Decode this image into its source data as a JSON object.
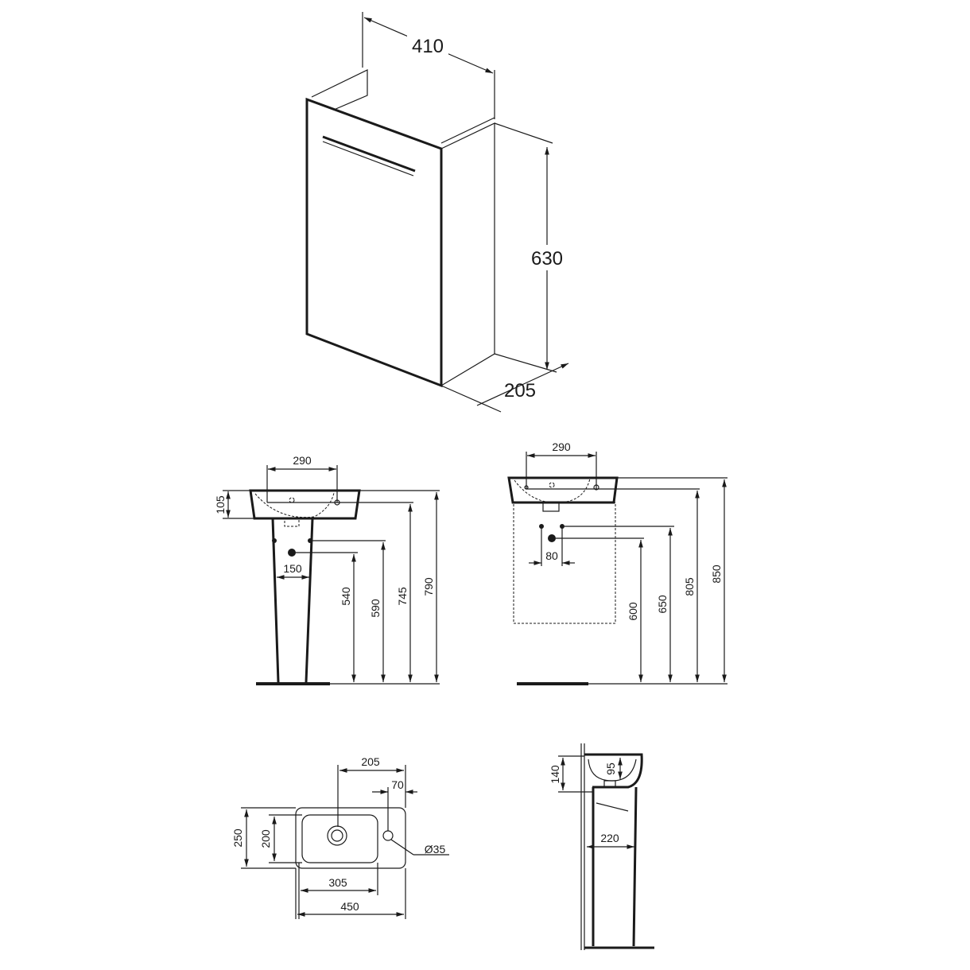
{
  "cabinet": {
    "width": "410",
    "height": "630",
    "depth": "205"
  },
  "pedestal_view": {
    "tap_spacing": "290",
    "basin_height": "105",
    "pedestal_width": "150",
    "waste_height": "540",
    "supply_height": "590",
    "tap_height": "745",
    "total_height": "790"
  },
  "wall_view": {
    "tap_spacing": "290",
    "supply_spacing": "80",
    "waste_height": "600",
    "supply_height": "650",
    "tap_height": "805",
    "total_height": "850"
  },
  "plan_view": {
    "drain_to_edge": "205",
    "tap_to_edge": "70",
    "depth": "250",
    "bowl_depth": "200",
    "bowl_width": "305",
    "width": "450",
    "tap_hole": "Ø35"
  },
  "side_view": {
    "basin_height": "140",
    "bowl_depth": "95",
    "pedestal_depth": "220"
  }
}
